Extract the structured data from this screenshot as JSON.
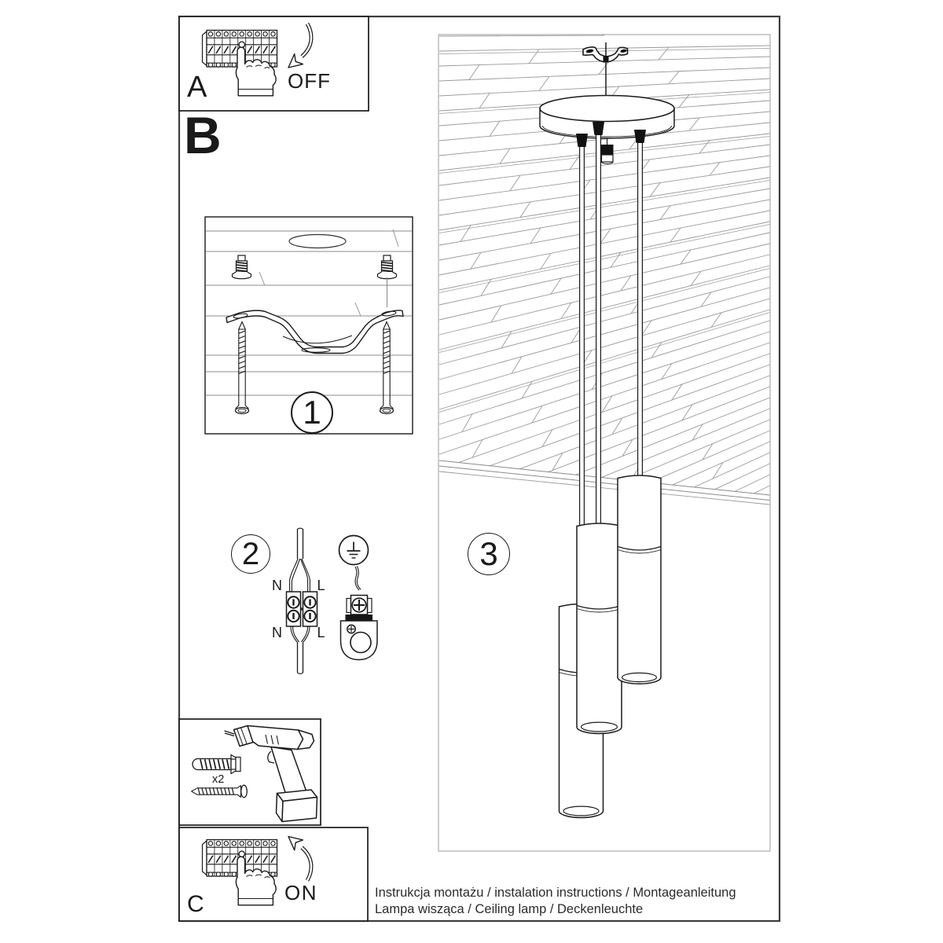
{
  "colors": {
    "ink": "#1a1a1a",
    "hatch": "#9a9a9a",
    "step3_border": "#b4b4b4",
    "frame": "#3e3e3e"
  },
  "steps": {
    "a": {
      "label": "A",
      "action": "OFF"
    },
    "b": {
      "label": "B"
    },
    "c": {
      "label": "C",
      "action": "ON"
    },
    "mount": {
      "number": "1"
    },
    "wiring": {
      "number": "2"
    },
    "result": {
      "number": "3"
    }
  },
  "wiring_labels": {
    "neutral_top": "N",
    "live_top": "L",
    "neutral_bottom": "N",
    "live_bottom": "L"
  },
  "tools": {
    "anchor_quantity": "x2"
  },
  "footer": {
    "line1": "Instrukcja montażu / instalation instructions / Montageanleitung",
    "line2": "Lampa wisząca / Ceiling lamp / Deckenleuchte"
  }
}
